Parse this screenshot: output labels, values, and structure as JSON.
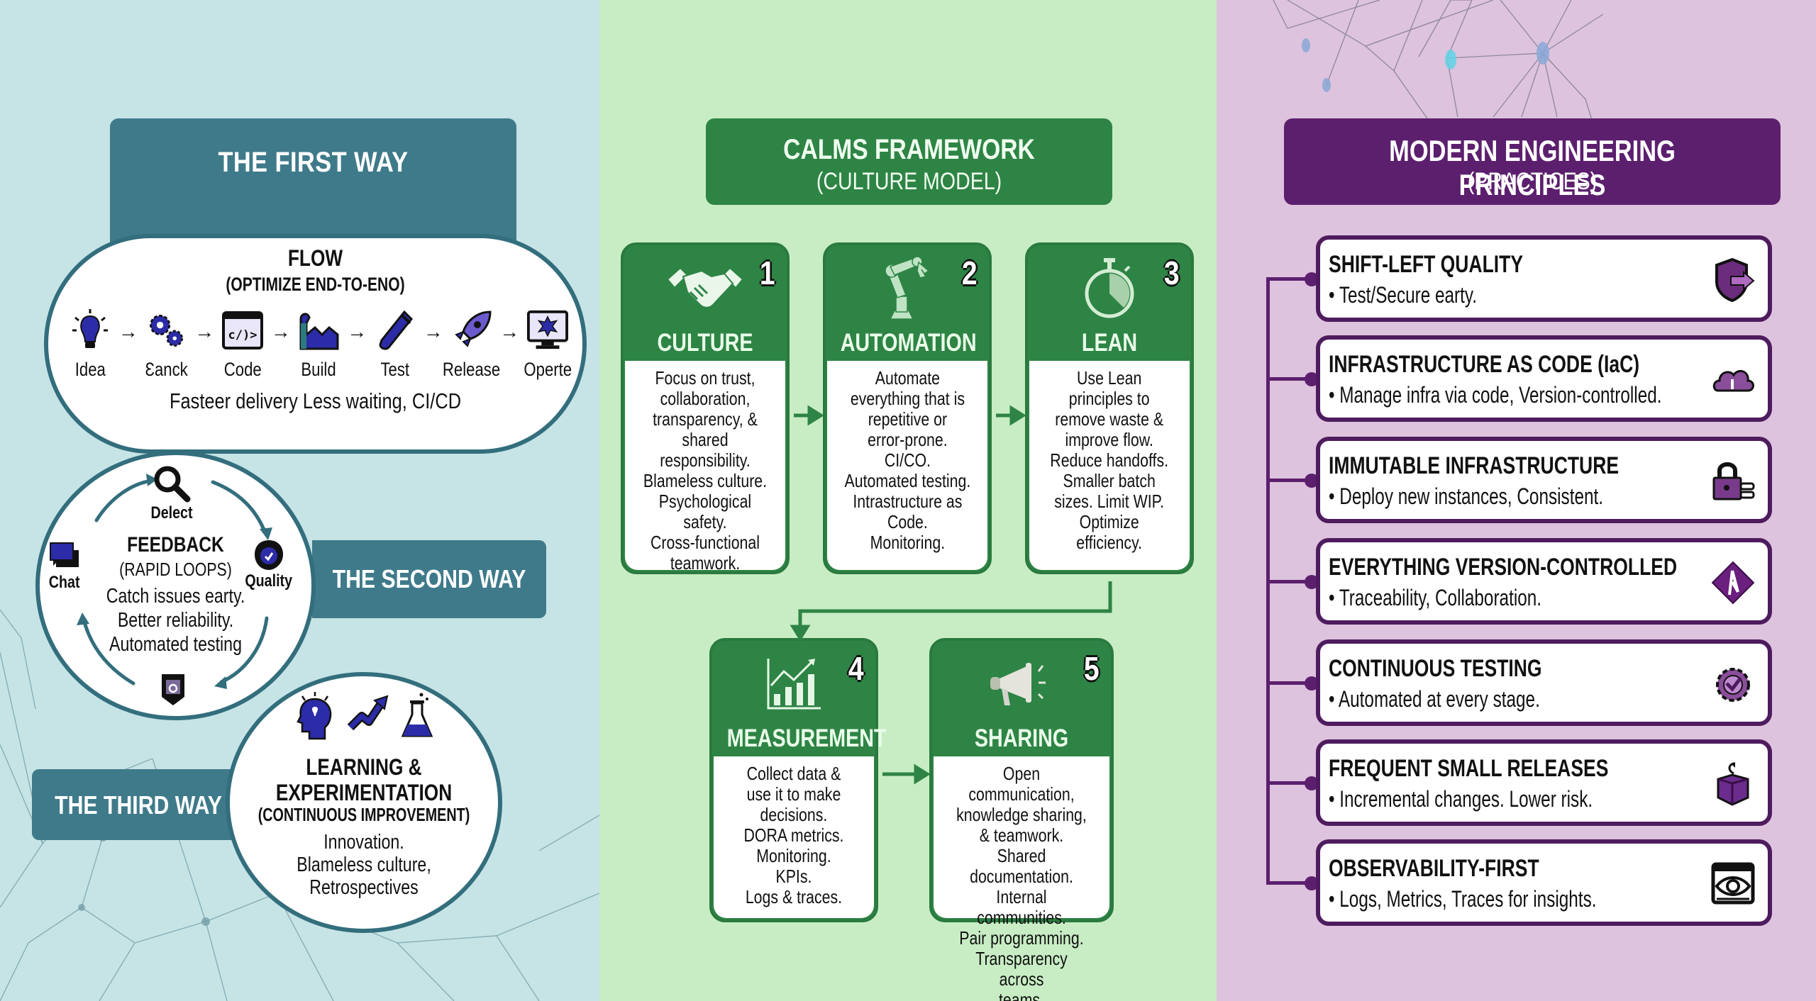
{
  "colors": {
    "left_bg": "#c6e4e6",
    "left_accent": "#3f7a8a",
    "mid_bg": "#c8edc4",
    "mid_accent": "#2e8445",
    "right_bg": "#ddc3dd",
    "right_accent": "#5c1f6e",
    "icon_blue": "#2c2ca8"
  },
  "three_ways": {
    "first_way": {
      "label": "THE FIRST WAY",
      "title": "FLOW",
      "subtitle": "(OPTIMIZE END-TO-ENO)",
      "steps": [
        {
          "label": "Idea",
          "icon": "lightbulb-icon"
        },
        {
          "label": "Ɛanck",
          "icon": "gears-icon"
        },
        {
          "label": "Code",
          "icon": "code-window-icon"
        },
        {
          "label": "Build",
          "icon": "factory-icon"
        },
        {
          "label": "Test",
          "icon": "test-tube-icon"
        },
        {
          "label": "Release",
          "icon": "rocket-icon"
        },
        {
          "label": "Operte",
          "icon": "monitor-icon"
        }
      ],
      "arrow": "→",
      "footer": "Fasteer delivery  Less waiting, CI/CD"
    },
    "second_way": {
      "label": "THE SECOND WAY",
      "title": "FEEDBACK",
      "subtitle": "(RAPID LOOPS)",
      "lines": [
        "Catch issues earty.",
        "Better reliability.",
        "Automated testing"
      ],
      "nodes": [
        {
          "label": "Delect",
          "icon": "magnifier-icon"
        },
        {
          "label": "Quality",
          "icon": "quality-badge-icon"
        },
        {
          "label": "",
          "icon": "shield-icon"
        },
        {
          "label": "Chat",
          "icon": "chat-icon"
        }
      ]
    },
    "third_way": {
      "label": "THE THIRD WAY",
      "title_line1": "LEARNING &",
      "title_line2": "EXPERIMENTATION",
      "subtitle": "(CONTINUOUS IMPROVEMENT)",
      "lines": [
        "Innovation.",
        "Blameless culture,",
        "Retrospectives"
      ],
      "icons": [
        "head-lightbulb-icon",
        "trend-arrow-icon",
        "flask-icon"
      ]
    }
  },
  "calms": {
    "title": "CALMS FRAMEWORK",
    "subtitle": "(CULTURE MODEL)",
    "cards": [
      {
        "num": "1",
        "name": "CULTURE",
        "icon": "handshake-icon",
        "body": "Focus on trust,\ncollaboration,\ntransparency, &\nshared\nresponsibility.\nBlameless culture.\nPsychological safety.\nCross-functional\nteamwork."
      },
      {
        "num": "2",
        "name": "AUTOMATION",
        "icon": "robot-arm-icon",
        "body": "Automate\neverything that is\nrepetitive or\nerror-prone.\nCI/CO.\nAutomated testing.\nIntrastructure as\nCode.\nMonitoring."
      },
      {
        "num": "3",
        "name": "LEAN",
        "icon": "stopwatch-icon",
        "body": "Use Lean\nprinciples to\nremove waste &\nimprove flow.\nReduce handoffs.\nSmaller batch\nsizes. Limit WIP.\nOptimize\nefficiency."
      },
      {
        "num": "4",
        "name": "MEASUREMENT",
        "icon": "bar-chart-icon",
        "body": "Collect data &\nuse it to make\ndecisions.\nDORA metrics.\nMonitoring.\nKPIs.\nLogs & traces."
      },
      {
        "num": "5",
        "name": "SHARING",
        "icon": "megaphone-icon",
        "body": "Open communication,\nknowledge sharing,\n& teamwork.\nShared documentation.\nInternal communities.\nPair programming.\nTransparency across\nteams."
      }
    ]
  },
  "modern_engineering": {
    "title": "MODERN ENGINEERING PRINCIPLES",
    "subtitle": "(PRACTICES)",
    "items": [
      {
        "title": "SHIFT-LEFT QUALITY",
        "desc": "• Test/Secure earty.",
        "icon": "shield-arrow-icon"
      },
      {
        "title": "INFRASTRUCTURE AS CODE (IaC)",
        "desc": "• Manage infra via code, Version-controlled.",
        "icon": "cloud-code-icon"
      },
      {
        "title": "IMMUTABLE INFRASTRUCTURE",
        "desc": "• Deploy new instances, Consistent.",
        "icon": "lock-server-icon"
      },
      {
        "title": "EVERYTHING VERSION-CONTROLLED",
        "desc": "• Traceability, Collaboration.",
        "icon": "git-diamond-icon"
      },
      {
        "title": "CONTINUOUS TESTING",
        "desc": "• Automated at every stage.",
        "icon": "gear-check-icon"
      },
      {
        "title": "FREQUENT SMALL RELEASES",
        "desc": "• Incremental changes. Lower risk.",
        "icon": "package-icon"
      },
      {
        "title": "OBSERVABILITY-FIRST",
        "desc": "• Logs, Metrics, Traces for insights.",
        "icon": "eye-monitor-icon"
      }
    ]
  }
}
